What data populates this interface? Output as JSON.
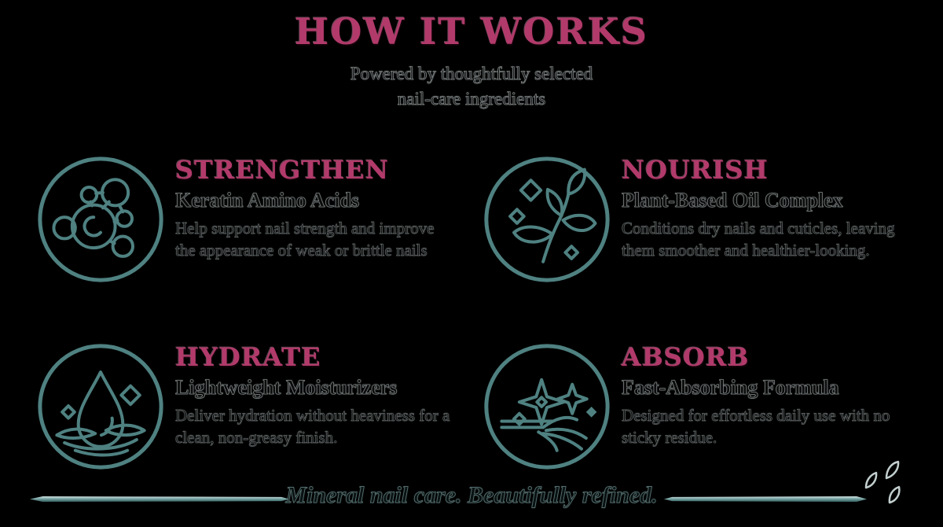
{
  "colors": {
    "background": "#000000",
    "accent_magenta": "#b23a6b",
    "icon_teal": "#4f8181",
    "divider_teal": "#79a5a5"
  },
  "header": {
    "title": "HOW IT WORKS",
    "subtitle_line1": "Powered by thoughtfully selected",
    "subtitle_line2": "nail-care ingredients"
  },
  "features": [
    {
      "heading": "STRENGTHEN",
      "subheading": "Keratin Amino Acids",
      "body": "Help support nail strength and improve the appearance of weak or brittle nails",
      "icon": "molecule-icon"
    },
    {
      "heading": "NOURISH",
      "subheading": "Plant-Based Oil Complex",
      "body": "Conditions dry nails and cuticles, leaving them smoother and healthier-looking.",
      "icon": "plant-sprig-icon"
    },
    {
      "heading": "HYDRATE",
      "subheading": "Lightweight Moisturizers",
      "body": "Deliver hydration without heaviness for a clean, non-greasy finish.",
      "icon": "water-drop-icon"
    },
    {
      "heading": "ABSORB",
      "subheading": "Fast-Absorbing Formula",
      "body": "Designed for effortless daily use with no sticky residue.",
      "icon": "hand-sparkles-icon"
    }
  ],
  "footer": {
    "tagline": "Mineral nail care. Beautifully refined."
  }
}
